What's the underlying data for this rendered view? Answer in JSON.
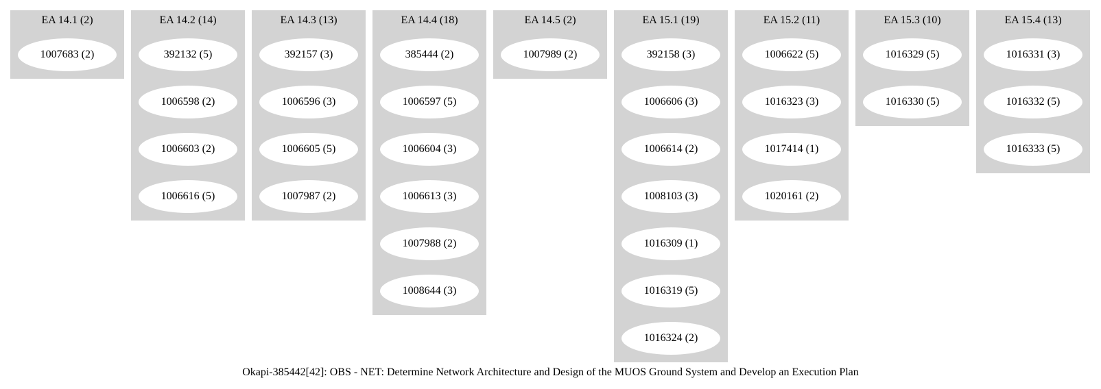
{
  "caption": "Okapi-385442[42]: OBS - NET: Determine Network Architecture and Design of the MUOS Ground System and Develop an Execution Plan",
  "clusters": [
    {
      "title": "EA 14.1 (2)",
      "nodes": [
        "1007683 (2)"
      ]
    },
    {
      "title": "EA 14.2 (14)",
      "nodes": [
        "392132 (5)",
        "1006598 (2)",
        "1006603 (2)",
        "1006616 (5)"
      ]
    },
    {
      "title": "EA 14.3 (13)",
      "nodes": [
        "392157 (3)",
        "1006596 (3)",
        "1006605 (5)",
        "1007987 (2)"
      ]
    },
    {
      "title": "EA 14.4 (18)",
      "nodes": [
        "385444 (2)",
        "1006597 (5)",
        "1006604 (3)",
        "1006613 (3)",
        "1007988 (2)",
        "1008644 (3)"
      ]
    },
    {
      "title": "EA 14.5 (2)",
      "nodes": [
        "1007989 (2)"
      ]
    },
    {
      "title": "EA 15.1 (19)",
      "nodes": [
        "392158 (3)",
        "1006606 (3)",
        "1006614 (2)",
        "1008103 (3)",
        "1016309 (1)",
        "1016319 (5)",
        "1016324 (2)"
      ]
    },
    {
      "title": "EA 15.2 (11)",
      "nodes": [
        "1006622 (5)",
        "1016323 (3)",
        "1017414 (1)",
        "1020161 (2)"
      ]
    },
    {
      "title": "EA 15.3 (10)",
      "nodes": [
        "1016329 (5)",
        "1016330 (5)"
      ]
    },
    {
      "title": "EA 15.4 (13)",
      "nodes": [
        "1016331 (3)",
        "1016332 (5)",
        "1016333 (5)"
      ]
    }
  ]
}
